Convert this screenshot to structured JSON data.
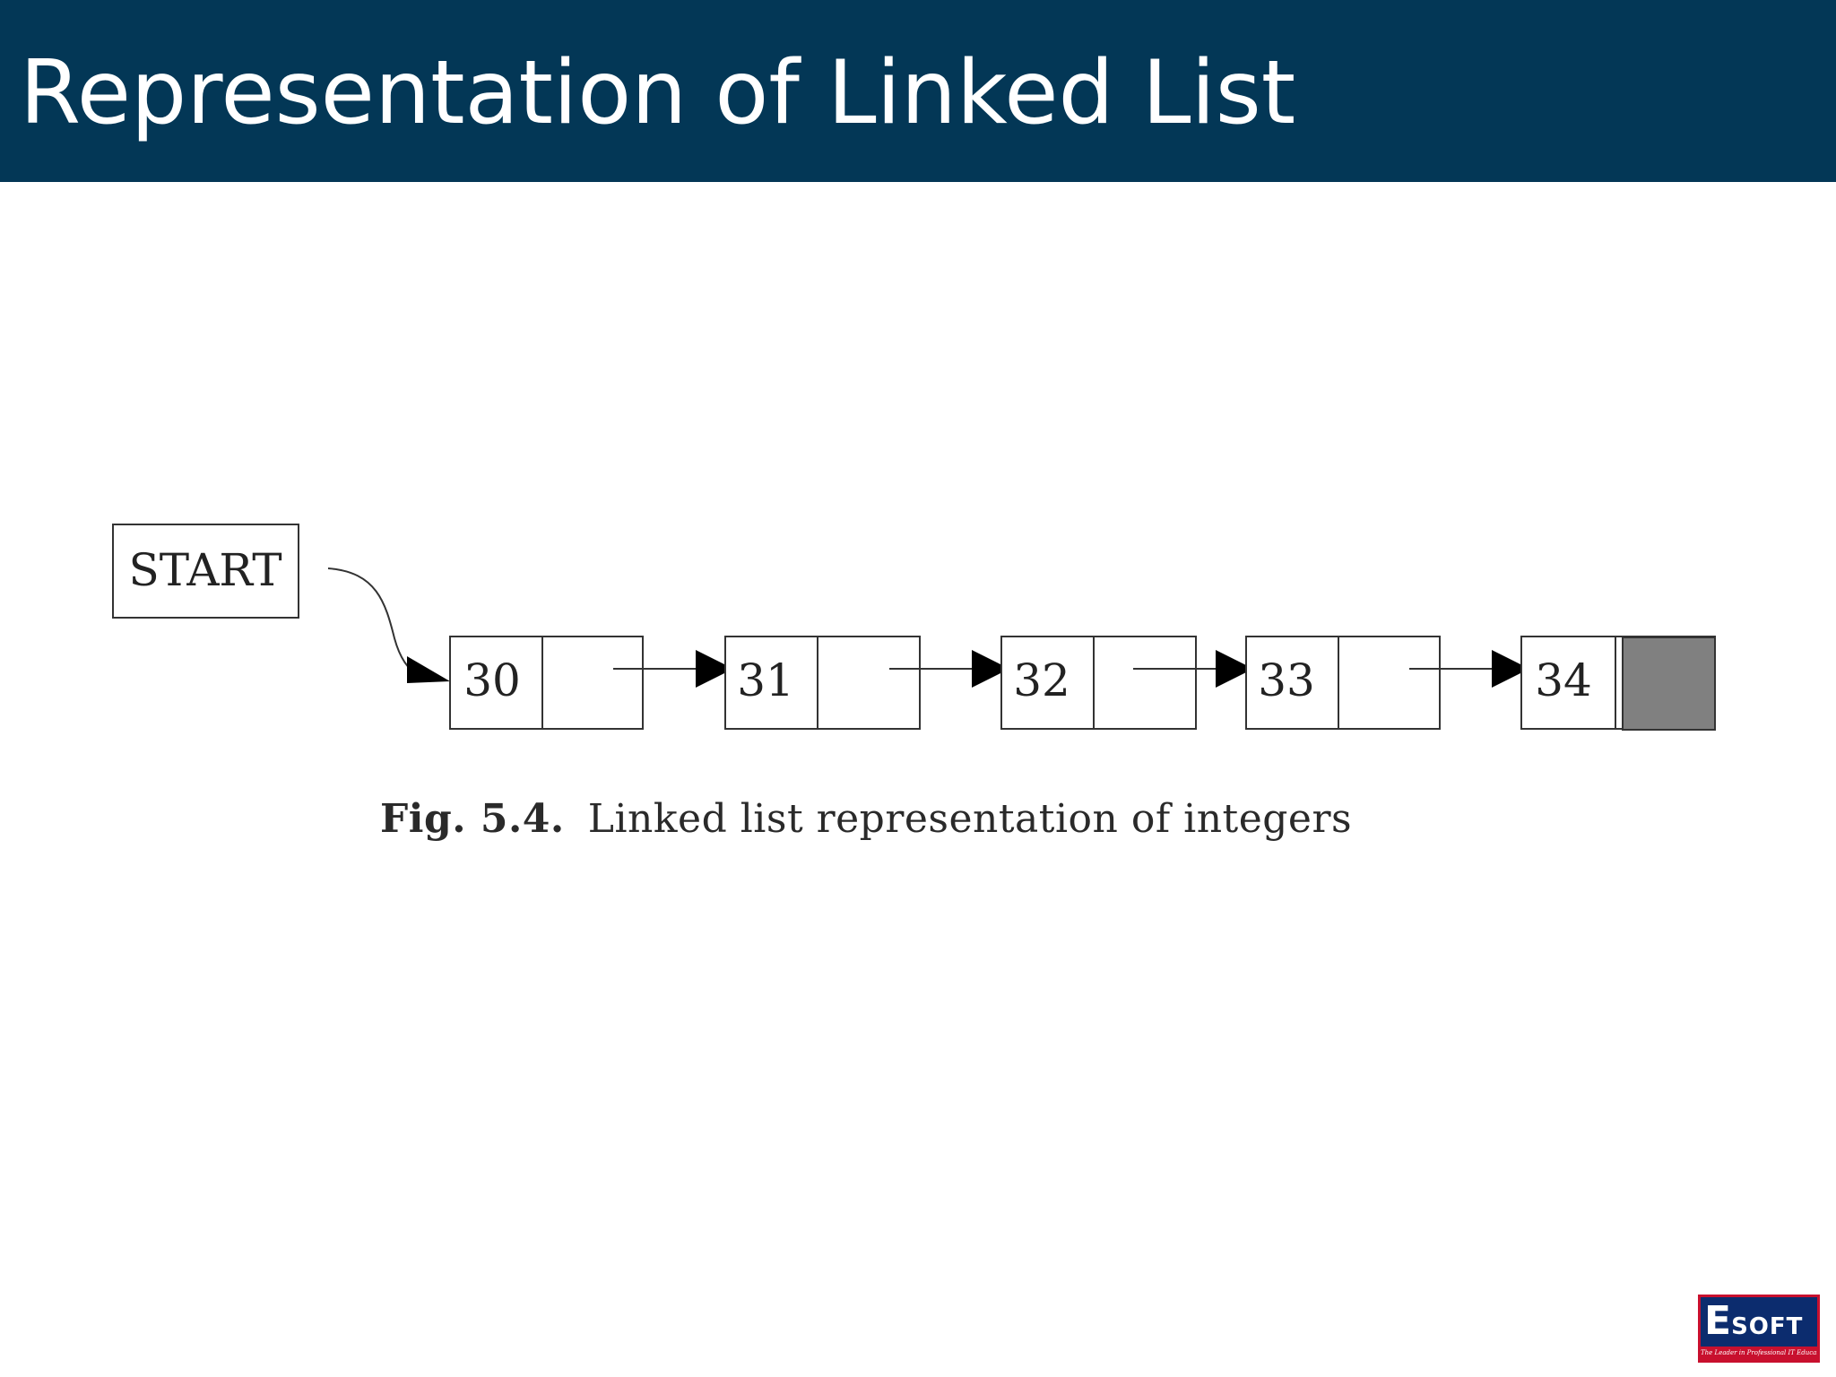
{
  "slide": {
    "title": "Representation of Linked List"
  },
  "diagram": {
    "start_label": "START",
    "nodes": [
      {
        "value": "30"
      },
      {
        "value": "31"
      },
      {
        "value": "32"
      },
      {
        "value": "33"
      },
      {
        "value": "34"
      }
    ],
    "null_pointer_color": "#808080"
  },
  "caption": {
    "figure_number": "Fig. 5.4.",
    "text": "Linked list representation of integers"
  },
  "logo": {
    "name": "ESOFT",
    "tagline": "The Leader in Professional IT Education"
  },
  "colors": {
    "title_bar": "#033756",
    "logo_blue": "#0c2c6e",
    "logo_red": "#c8102e"
  }
}
